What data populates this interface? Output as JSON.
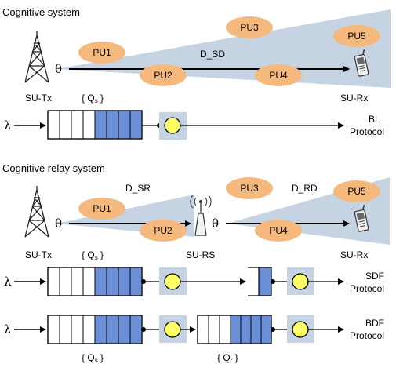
{
  "sections": {
    "top": {
      "title": "Cognitive system"
    },
    "bottom": {
      "title": "Cognitive relay system"
    }
  },
  "colors": {
    "beam": "#c5d3e3",
    "pu_fill": "#f6b97d",
    "queue_fill": "#6b8fd6",
    "server_bg": "#c5d3e3",
    "server_fill": "#ffff66"
  },
  "icons": {
    "tx_tower": "transmission-tower-icon",
    "phone": "mobile-phone-icon",
    "relay": "relay-antenna-icon"
  },
  "top": {
    "theta": "θ",
    "dist_label": "D_SD",
    "pus": [
      "PU1",
      "PU2",
      "PU3",
      "PU4",
      "PU5"
    ],
    "tx_label": "SU-Tx",
    "rx_label": "SU-Rx",
    "queue_label": "{ Q",
    "queue_sub": "s",
    "queue_close": " }",
    "arrival": "λ",
    "protocol_line1": "BL",
    "protocol_line2": "Protocol"
  },
  "bottom": {
    "theta1": "θ",
    "theta2": "θ",
    "d_sr": "D_SR",
    "d_rd": "D_RD",
    "pus": [
      "PU1",
      "PU2",
      "PU3",
      "PU4",
      "PU5"
    ],
    "tx_label": "SU-Tx",
    "rs_label": "SU-RS",
    "rx_label": "SU-Rx",
    "queue_s_label": "{ Q",
    "queue_s_sub": "s",
    "queue_s_close": " }",
    "arrival": "λ",
    "sdf_line1": "SDF",
    "sdf_line2": "Protocol",
    "bdf_arrival": "λ",
    "bdf_line1": "BDF",
    "bdf_line2": "Protocol",
    "queue_s2_label": "{ Q",
    "queue_s2_sub": "s",
    "queue_s2_close": " }",
    "queue_r_label": "{ Q",
    "queue_r_sub": "r",
    "queue_r_close": " }"
  }
}
